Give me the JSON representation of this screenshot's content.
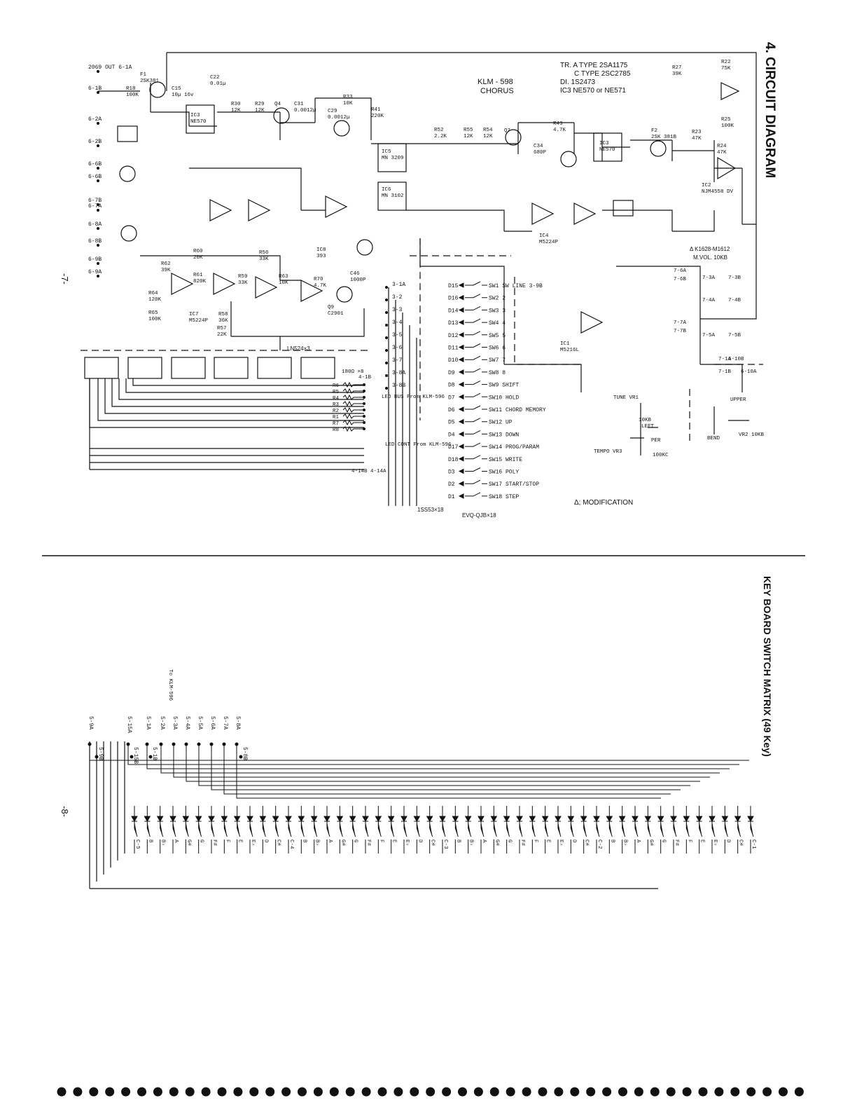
{
  "titles": {
    "circuit": "4.  CIRCUIT DIAGRAM",
    "matrix": "KEY BOARD SWITCH MATRIX (49 Key)"
  },
  "page_numbers": {
    "upper": "-7-",
    "lower": "-8-"
  },
  "notes": {
    "tr_a": "TR. A TYPE 2SA1175",
    "tr_c": "C TYPE 2SC2785",
    "di": "DI. 1S2473",
    "ic3": "IC3 NE570 or NE571",
    "model": "KLM - 598",
    "model_sub": "CHORUS",
    "modification": "Δ; MODIFICATION",
    "diodes": "1SS53×18",
    "switches": "EVQ-QJB×18",
    "ln": "LN524×3",
    "pot": "Δ K1628-M1612",
    "mvol": "M.VOL.  10KB"
  },
  "connectors_left": [
    "2069 OUT 6-1A",
    "6-1B",
    "6-2A",
    "6-2B",
    "6-6B",
    "6-6B",
    "6-7B",
    "6-7A",
    "6-8A",
    "6-8B",
    "6-9B",
    "6-9A"
  ],
  "components": [
    {
      "ref": "F1",
      "val": "2SK381"
    },
    {
      "ref": "R18",
      "val": "100K"
    },
    {
      "ref": "C15",
      "val": "10µ 16v"
    },
    {
      "ref": "C22",
      "val": "0.01µ"
    },
    {
      "ref": "R30",
      "val": "12K"
    },
    {
      "ref": "R29",
      "val": "12K"
    },
    {
      "ref": "Q4",
      "val": ""
    },
    {
      "ref": "C31",
      "val": "0.0012µ"
    },
    {
      "ref": "C29",
      "val": "0.0012µ"
    },
    {
      "ref": "R33",
      "val": "10K"
    },
    {
      "ref": "R41",
      "val": "220K"
    },
    {
      "ref": "IC3",
      "val": "NE570"
    },
    {
      "ref": "IC5",
      "val": "MN 3209"
    },
    {
      "ref": "IC6",
      "val": "MN 3102"
    },
    {
      "ref": "R52",
      "val": "2.2K"
    },
    {
      "ref": "R55",
      "val": "12K"
    },
    {
      "ref": "R54",
      "val": "12K"
    },
    {
      "ref": "Q7",
      "val": ""
    },
    {
      "ref": "R43",
      "val": "4.7K"
    },
    {
      "ref": "C34",
      "val": "680P"
    },
    {
      "ref": "IC3",
      "val": "NE570"
    },
    {
      "ref": "F2",
      "val": "2SK 381B"
    },
    {
      "ref": "R23",
      "val": "47K"
    },
    {
      "ref": "R24",
      "val": "47K"
    },
    {
      "ref": "R25",
      "val": "100K"
    },
    {
      "ref": "R22",
      "val": "75K"
    },
    {
      "ref": "R27",
      "val": "39K"
    },
    {
      "ref": "IC2",
      "val": "NJM4558 DV"
    },
    {
      "ref": "IC4",
      "val": "M5224P"
    },
    {
      "ref": "IC7",
      "val": "M5224P"
    },
    {
      "ref": "IC8",
      "val": "393"
    },
    {
      "ref": "Q9",
      "val": "C2901"
    },
    {
      "ref": "IC1",
      "val": "M5216L"
    },
    {
      "ref": "R62",
      "val": "39K"
    },
    {
      "ref": "R61",
      "val": "820K"
    },
    {
      "ref": "R64",
      "val": "120K"
    },
    {
      "ref": "R65",
      "val": "100K"
    },
    {
      "ref": "R60",
      "val": "20K"
    },
    {
      "ref": "R56",
      "val": "33K"
    },
    {
      "ref": "R59",
      "val": "33K"
    },
    {
      "ref": "R63",
      "val": "10K"
    },
    {
      "ref": "R58",
      "val": "36K"
    },
    {
      "ref": "R57",
      "val": "22K"
    },
    {
      "ref": "R70",
      "val": "4.7K"
    },
    {
      "ref": "C46",
      "val": "1000P"
    }
  ],
  "switch_rows": [
    {
      "d": "D15",
      "sw": "SW1",
      "label": "SW LINE 3-9B"
    },
    {
      "d": "D16",
      "sw": "SW2",
      "label": "2"
    },
    {
      "d": "D14",
      "sw": "SW3",
      "label": "3"
    },
    {
      "d": "D13",
      "sw": "SW4",
      "label": "4"
    },
    {
      "d": "D12",
      "sw": "SW5",
      "label": "5"
    },
    {
      "d": "D11",
      "sw": "SW6",
      "label": "6"
    },
    {
      "d": "D10",
      "sw": "SW7",
      "label": "7"
    },
    {
      "d": "D9",
      "sw": "SW8",
      "label": "8"
    },
    {
      "d": "D8",
      "sw": "SW9",
      "label": "SHIFT"
    },
    {
      "d": "D7",
      "sw": "SW10",
      "label": "HOLD"
    },
    {
      "d": "D6",
      "sw": "SW11",
      "label": "CHORD MEMORY"
    },
    {
      "d": "D5",
      "sw": "SW12",
      "label": "UP"
    },
    {
      "d": "D4",
      "sw": "SW13",
      "label": "DOWN"
    },
    {
      "d": "D17",
      "sw": "SW14",
      "label": "PROG/PARAM"
    },
    {
      "d": "D18",
      "sw": "SW15",
      "label": "WRITE"
    },
    {
      "d": "D3",
      "sw": "SW16",
      "label": "POLY"
    },
    {
      "d": "D2",
      "sw": "SW17",
      "label": "START/STOP"
    },
    {
      "d": "D1",
      "sw": "SW18",
      "label": "STEP"
    }
  ],
  "switch_columns": [
    "3-1A",
    "3-2",
    "3-3",
    "3-4",
    "3-5",
    "3-6",
    "3-7",
    "3-8A",
    "3-8B"
  ],
  "led_resistors": [
    "R6",
    "R5",
    "R4",
    "R3",
    "R2",
    "R1",
    "R7",
    "R8"
  ],
  "led_labels": {
    "bus": "LED BUS From KLM-596",
    "cont": "LED CONT From KLM-596",
    "res": "180Ω ×8",
    "from": "4-1B",
    "bot": "4-14B 4-14A"
  },
  "right_connectors": [
    "7-3A",
    "7-3B",
    "7-4A",
    "7-4B",
    "7-5A",
    "7-5B",
    "7-6A",
    "7-6B",
    "7-7A",
    "7-7B",
    "7-1A",
    "7-1B",
    "6-10A",
    "6-10B"
  ],
  "pots": {
    "tune": "TUNE VR1",
    "bend": "BEND",
    "vr2": "VR2 10KB",
    "tempo": "TEMPO VR3",
    "upper": "UPPER",
    "left": "LEFT",
    "per": "PER",
    "tempo_val": "100KC",
    "tune_val": "10KB"
  },
  "matrix": {
    "to_label": "To KLM-596",
    "row_labels_a": [
      "5-9A",
      "5-15A",
      "5-1A",
      "5-2A",
      "5-3A",
      "5-4A",
      "5-5A",
      "5-6A",
      "5-7A",
      "5-8A"
    ],
    "row_labels_b": [
      "5-9B",
      "5-15B",
      "5-1B",
      "5-8B"
    ],
    "notes": [
      "C-5",
      "B",
      "B♭",
      "A",
      "G#",
      "G",
      "F#",
      "F",
      "E",
      "E♭",
      "D",
      "C#",
      "C-4",
      "B",
      "B♭",
      "A",
      "G#",
      "G",
      "F#",
      "F",
      "E",
      "E♭",
      "D",
      "C#",
      "C-3",
      "B",
      "B♭",
      "A",
      "G#",
      "G",
      "F#",
      "F",
      "E",
      "E♭",
      "D",
      "C#",
      "C-2",
      "B",
      "B♭",
      "A",
      "G#",
      "G",
      "F#",
      "F",
      "E",
      "E♭",
      "D",
      "C#",
      "C-1"
    ]
  }
}
